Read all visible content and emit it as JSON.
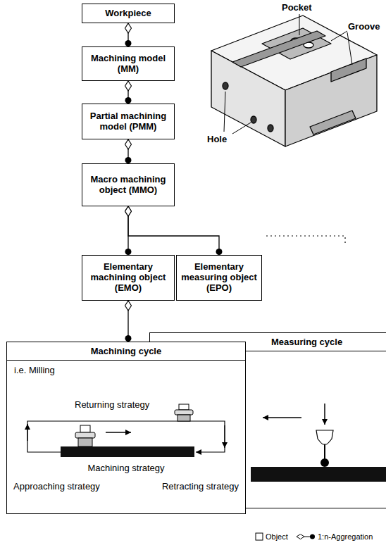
{
  "diagram": {
    "nodes": [
      {
        "text": [
          "Workpiece"
        ]
      },
      {
        "text": [
          "Machining model (MM)"
        ]
      },
      {
        "text": [
          "Partial machining model (PMM)"
        ]
      },
      {
        "text": [
          "Macro machining object (MMO)"
        ]
      },
      {
        "text": [
          "Elementary machining object (EMO)"
        ]
      },
      {
        "text": [
          "Elementary measuring object (EPO)"
        ]
      },
      {
        "text": [
          "Machining cycle",
          "i.e. Milling",
          "Returning strategy",
          "Machining strategy",
          "Approaching strategy",
          "Retracting strategy"
        ]
      },
      {
        "text": [
          "Measuring cycle"
        ]
      }
    ],
    "edges": [
      {
        "from": 0,
        "to": 1,
        "arrow": "both"
      },
      {
        "from": 1,
        "to": 2,
        "arrow": "both"
      },
      {
        "from": 2,
        "to": 3,
        "arrow": "both"
      },
      {
        "from": 3,
        "to": 4,
        "arrow": "both"
      },
      {
        "from": 3,
        "to": 5,
        "arrow": "both"
      },
      {
        "from": 4,
        "to": 6,
        "arrow": "both"
      }
    ],
    "labels": [
      "Pocket",
      "Groove",
      "Hole"
    ],
    "legend": [
      {
        "text": "Object"
      },
      {
        "text": "1:n-Aggregation"
      }
    ]
  }
}
